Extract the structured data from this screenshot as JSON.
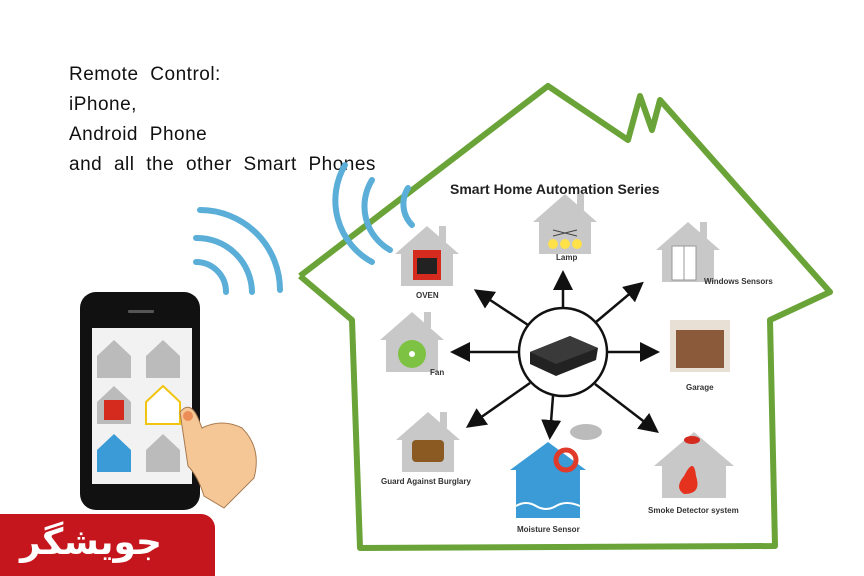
{
  "intro": {
    "lines": [
      "Remote Control:",
      "iPhone,",
      "Android Phone",
      "and all the other Smart Phones"
    ]
  },
  "diagram": {
    "title": "Smart Home Automation Series",
    "devices": {
      "oven": "OVEN",
      "lamp": "Lamp",
      "windows": "Windows Sensors",
      "fan": "Fan",
      "garage": "Garage",
      "guard": "Guard Against Burglary",
      "moisture": "Moisture Sensor",
      "smoke": "Smoke Detector system"
    }
  },
  "logo": {
    "text": "جویشگر"
  },
  "colors": {
    "house_outline": "#6aa337",
    "wifi": "#5aaed8",
    "logo_bg": "#c4161c",
    "icon_house": "#c8c8c8"
  }
}
